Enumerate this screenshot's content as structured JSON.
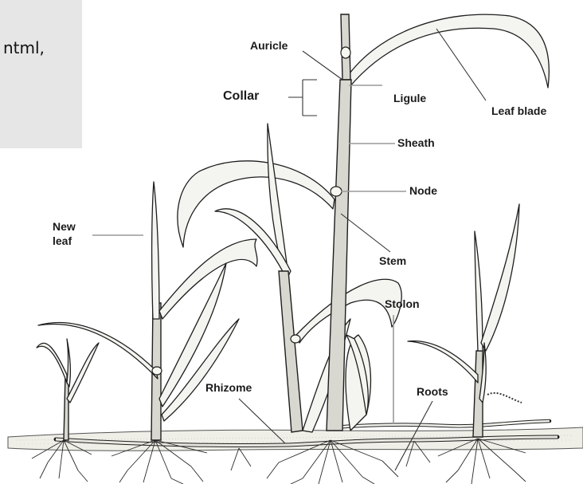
{
  "snippet": {
    "line1": "ntml,",
    "line2": ""
  },
  "labels": {
    "auricle": "Auricle",
    "collar": "Collar",
    "ligule": "Ligule",
    "leaf_blade": "Leaf blade",
    "sheath": "Sheath",
    "node": "Node",
    "new_leaf_1": "New",
    "new_leaf_2": "leaf",
    "stem": "Stem",
    "stolon": "Stolon",
    "rhizome": "Rhizome",
    "roots": "Roots"
  }
}
